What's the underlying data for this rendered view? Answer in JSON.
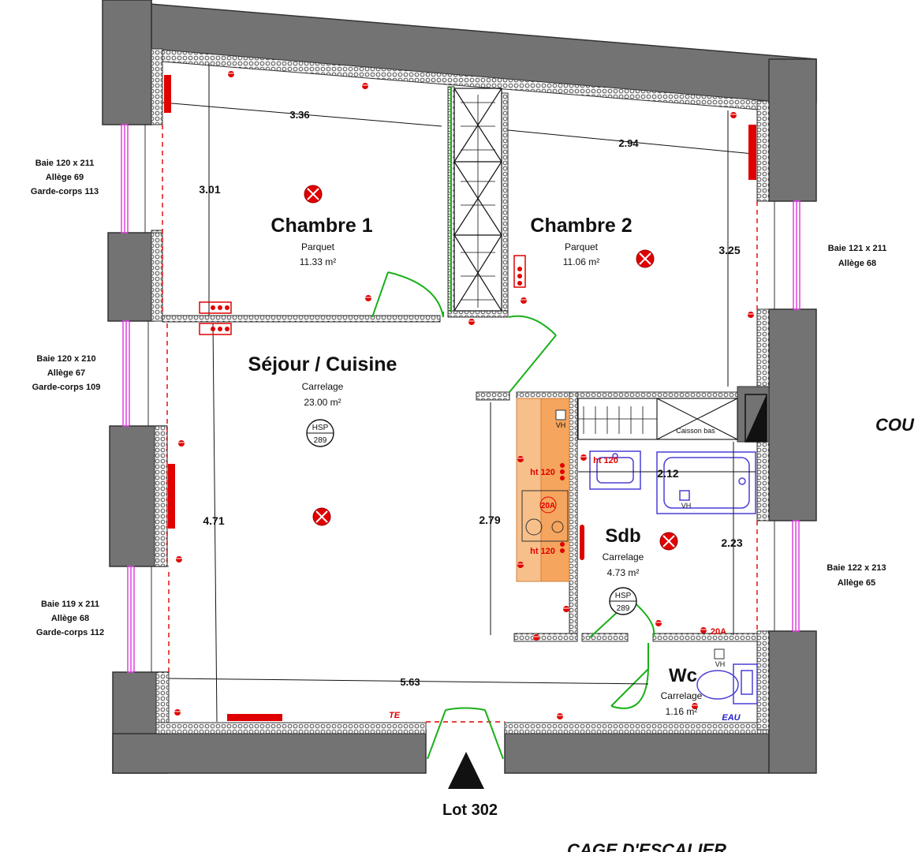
{
  "colors": {
    "masonry": "#737373",
    "masonry_edge": "#333333",
    "insulation": "#dcdcdc",
    "electrical": "#e00000",
    "door": "#19b019",
    "window": "#e040e0",
    "plumbing": "#4b3fd6",
    "kitchen": "#f7c08a"
  },
  "rooms": {
    "chambre1": {
      "name": "Chambre 1",
      "floor": "Parquet",
      "area": "11.33 m²"
    },
    "chambre2": {
      "name": "Chambre 2",
      "floor": "Parquet",
      "area": "11.06 m²"
    },
    "sejour": {
      "name": "Séjour / Cuisine",
      "floor": "Carrelage",
      "area": "23.00 m²"
    },
    "sdb": {
      "name": "Sdb",
      "floor": "Carrelage",
      "area": "4.73 m²"
    },
    "wc": {
      "name": "Wc",
      "floor": "Carrelage",
      "area": "1.16 m²"
    }
  },
  "dimensions": {
    "d336": "3.36",
    "d294": "2.94",
    "d301": "3.01",
    "d325": "3.25",
    "d471": "4.71",
    "d279": "2.79",
    "d212": "2.12",
    "d223": "2.23",
    "d563": "5.63"
  },
  "windows": {
    "w1": [
      "Baie 120 x 211",
      "Allège 69",
      "Garde-corps 113"
    ],
    "w2": [
      "Baie 120 x 210",
      "Allège 67",
      "Garde-corps 109"
    ],
    "w3": [
      "Baie 119 x 211",
      "Allège 68",
      "Garde-corps 112"
    ],
    "w4": [
      "Baie 121 x 211",
      "Allège 68"
    ],
    "w5": [
      "Baie 122 x 213",
      "Allège 65"
    ]
  },
  "hsp": {
    "label": "HSP",
    "value": "289"
  },
  "labels": {
    "lot": "Lot 302",
    "cage": "CAGE D'ESCALIER",
    "cour": "COU",
    "te": "TE",
    "eau": "EAU",
    "caisson": "Caisson bas",
    "ht120": "ht 120",
    "a20": "20A",
    "vh": "VH"
  }
}
